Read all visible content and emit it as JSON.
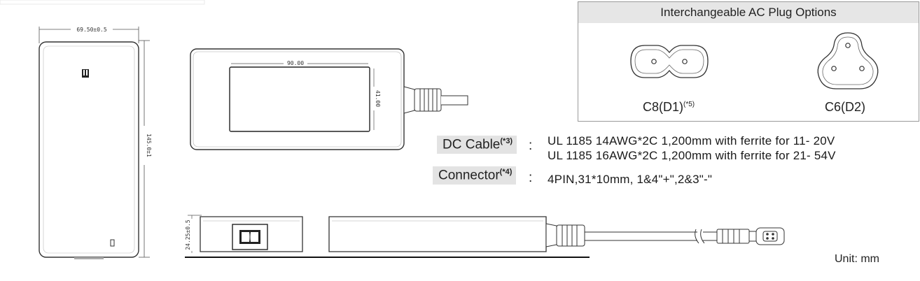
{
  "plug_options": {
    "title": "Interchangeable AC Plug Options",
    "c8_name": "C8(D1)",
    "c8_note": "(*5)",
    "c6_name": "C6(D2)"
  },
  "specs": {
    "dc_cable": {
      "label": "DC Cable",
      "note": "(*3)",
      "colon": ":",
      "line1": "UL 1185 14AWG*2C 1,200mm with ferrite for 11- 20V",
      "line2": "UL 1185 16AWG*2C 1,200mm with ferrite for 21- 54V"
    },
    "connector": {
      "label": "Connector",
      "note": "(*4)",
      "colon": ":",
      "value": "4PIN,31*10mm, 1&4\"+\",2&3\"-\""
    }
  },
  "dimensions": {
    "front_width": "69.50±0.5",
    "front_height": "145.0±1",
    "label_width": "90.00",
    "label_height": "41.00",
    "side_height": "24.25±0.5"
  },
  "unit": "Unit: mm"
}
